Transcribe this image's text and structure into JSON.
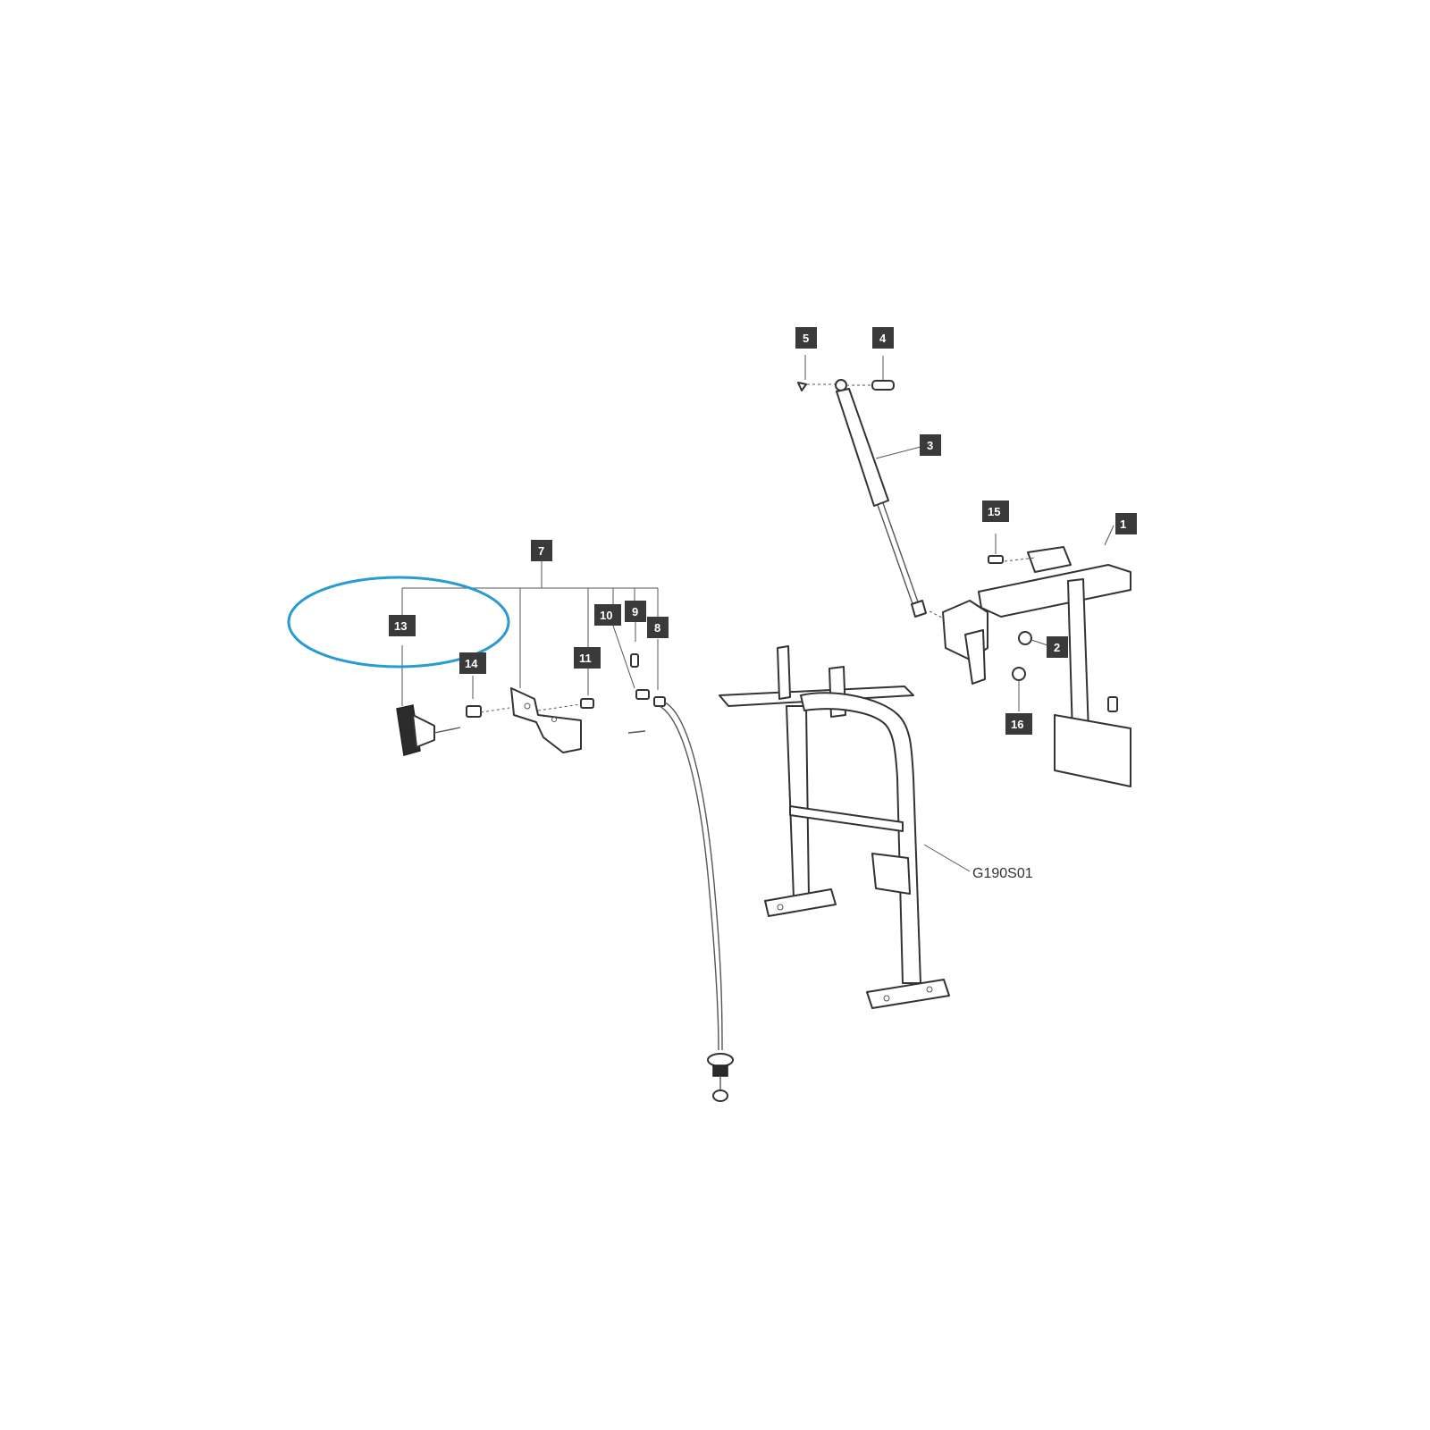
{
  "callouts": [
    {
      "id": "1",
      "text": "1"
    },
    {
      "id": "2",
      "text": "2"
    },
    {
      "id": "3",
      "text": "3"
    },
    {
      "id": "4",
      "text": "4"
    },
    {
      "id": "5",
      "text": "5"
    },
    {
      "id": "7",
      "text": "7"
    },
    {
      "id": "8",
      "text": "8"
    },
    {
      "id": "9",
      "text": "9"
    },
    {
      "id": "10",
      "text": "10"
    },
    {
      "id": "11",
      "text": "11"
    },
    {
      "id": "13",
      "text": "13"
    },
    {
      "id": "14",
      "text": "14"
    },
    {
      "id": "15",
      "text": "15"
    },
    {
      "id": "16",
      "text": "16"
    }
  ],
  "drawing_code": "G190S01",
  "highlight": {
    "target": "13",
    "color": "#2a9bd0"
  },
  "colors": {
    "callout_bg": "#3a3a3a",
    "line": "#555555",
    "highlight": "#2a9bd0"
  }
}
